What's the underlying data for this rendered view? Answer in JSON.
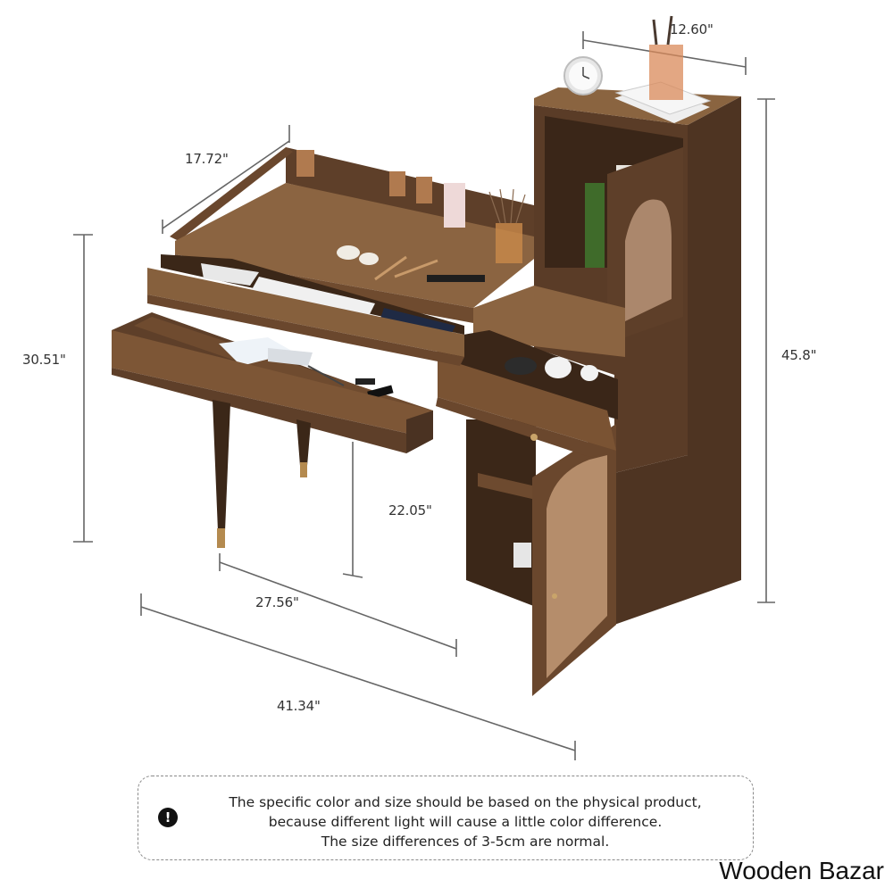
{
  "product": {
    "name": "Vanity desk with side storage cabinet",
    "colors": {
      "wood_main": "#7a5333",
      "wood_dark": "#4a3222",
      "wood_light": "#8f6640",
      "dimension_line": "#555555",
      "text": "#333333"
    }
  },
  "dimensions": {
    "cabinet_depth": "12.60\"",
    "desk_depth": "17.72\"",
    "desk_height": "30.51\"",
    "cabinet_height": "45.8\"",
    "knee_clearance_height": "22.05\"",
    "desk_width": "27.56\"",
    "total_width": "41.34\""
  },
  "notice": {
    "icon": "exclamation-circle-icon",
    "lines": [
      "The specific color and size should be based on the physical product,",
      "because different light will cause a little color difference.",
      "The size differences of 3-5cm are normal."
    ]
  },
  "brand": {
    "watermark": "Wooden Bazar"
  }
}
